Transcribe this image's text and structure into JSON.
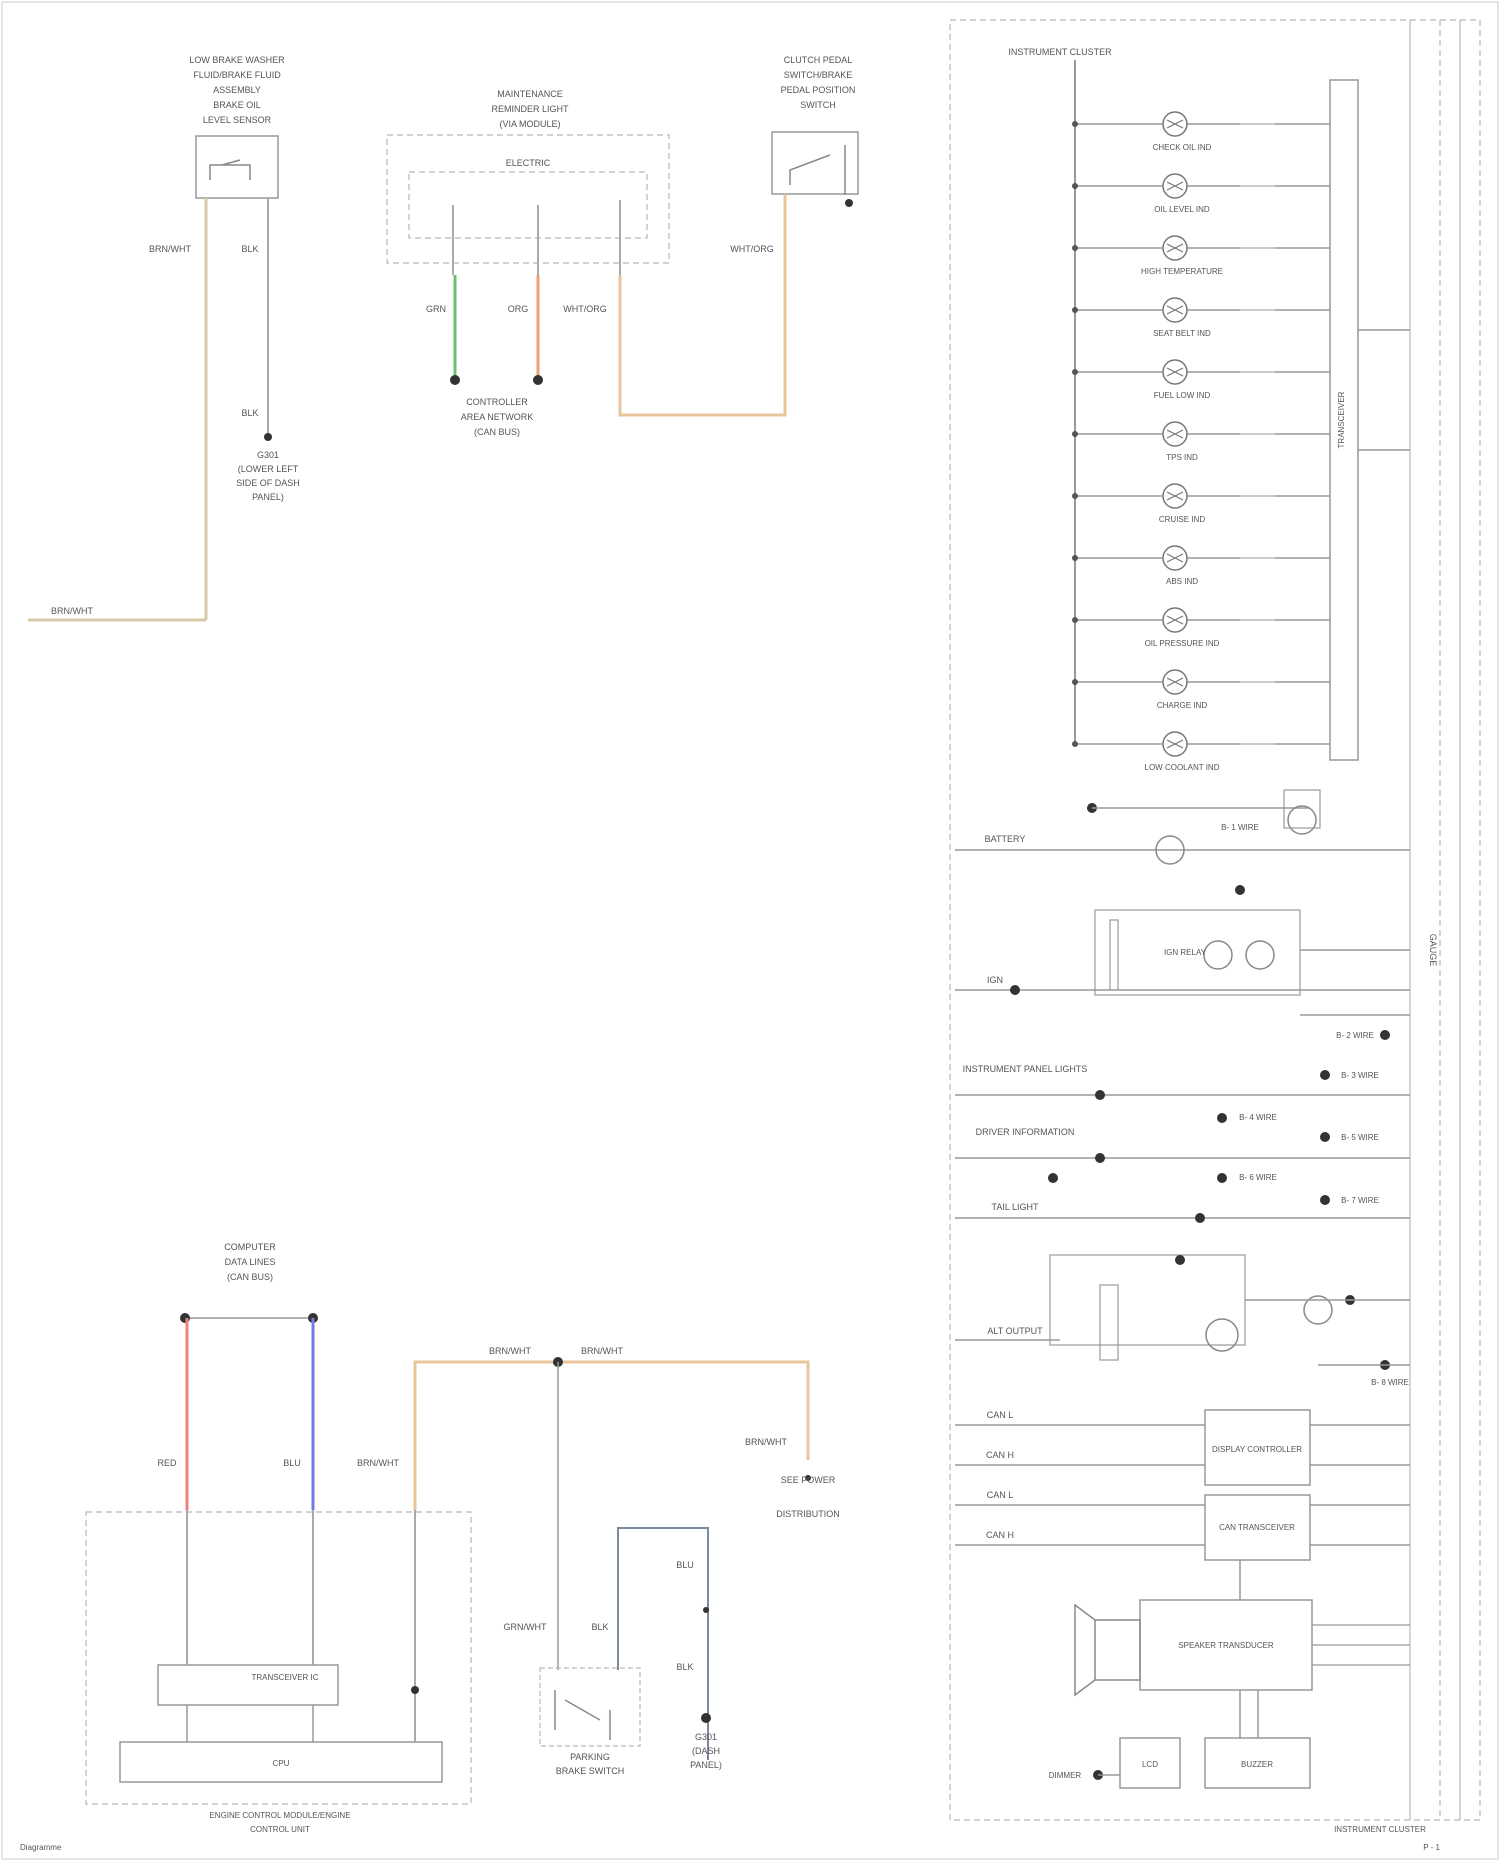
{
  "wire_colors": {
    "tan": "#d8c8a8",
    "orange_tan": "#eac49a",
    "green": "#6cc06c",
    "orange": "#f0a070",
    "red": "#ee8080",
    "blue": "#6e7ee8",
    "gray": "#a8a8a8",
    "line": "#999999",
    "dash": "#b8b8b8"
  },
  "icons": [
    "lamp-icon",
    "ground-icon",
    "switch-icon",
    "splice-dot-icon",
    "speaker-icon"
  ],
  "top_left": {
    "module_label": [
      "LOW BRAKE WASHER",
      "FLUID/BRAKE FLUID",
      "ASSEMBLY",
      "BRAKE OIL",
      "LEVEL SENSOR"
    ],
    "wire_a": "BRN/WHT",
    "wire_b": "BLK",
    "ground_label": [
      "G301",
      "(LOWER LEFT",
      "SIDE OF DASH",
      "PANEL)"
    ],
    "tail_label": "BRN/WHT"
  },
  "top_center": {
    "module_label": [
      "MAINTENANCE",
      "REMINDER LIGHT",
      "(VIA MODULE)"
    ],
    "inner_label": "ELECTRIC",
    "wire_left": "GRN",
    "wire_mid": "ORG",
    "wire_right": "WHT/ORG",
    "bottom_label": [
      "CONTROLLER",
      "AREA NETWORK",
      "(CAN BUS)"
    ]
  },
  "top_right": {
    "module_label": [
      "CLUTCH PEDAL",
      "SWITCH/BRAKE",
      "PEDAL POSITION",
      "SWITCH"
    ],
    "wire": "WHT/ORG"
  },
  "cluster": {
    "header": "INSTRUMENT CLUSTER",
    "lamps": [
      "CHECK OIL IND",
      "OIL LEVEL IND",
      "HIGH TEMPERATURE",
      "SEAT BELT IND",
      "FUEL LOW IND",
      "TPS IND",
      "CRUISE IND",
      "ABS IND",
      "OIL PRESSURE IND",
      "CHARGE IND",
      "LOW COOLANT IND"
    ],
    "side_label": "TRANSCEIVER",
    "vertical_label": "GAUGE",
    "inputs": [
      "BATTERY",
      "IGN",
      "INSTRUMENT PANEL LIGHTS",
      "DRIVER INFORMATION",
      "TAIL LIGHT",
      "ALT OUTPUT",
      "CAN L",
      "CAN H",
      "CAN L",
      "CAN H"
    ],
    "relay_label": "IGN RELAY",
    "blocks": [
      "DISPLAY CONTROLLER",
      "CAN TRANSCEIVER",
      "SPEAKER TRANSDUCER",
      "DIMMER",
      "LCD",
      "BUZZER"
    ],
    "small_labels": [
      "B- 1 WIRE",
      "B- 2 WIRE",
      "B- 3 WIRE",
      "B- 4 WIRE",
      "B- 5 WIRE",
      "B- 6 WIRE",
      "B- 7 WIRE",
      "B- 8 WIRE"
    ],
    "footer": "INSTRUMENT CLUSTER"
  },
  "bottom_left": {
    "can_label": [
      "COMPUTER",
      "DATA LINES",
      "(CAN BUS)"
    ],
    "wire_red": "RED",
    "wire_blue": "BLU",
    "wire_tan": "BRN/WHT",
    "transceiver": "TRANSCEIVER IC",
    "cpu": "CPU",
    "footer": [
      "ENGINE CONTROL MODULE/ENGINE",
      "CONTROL UNIT"
    ]
  },
  "bottom_mid": {
    "wire_top_left": "BRN/WHT",
    "wire_top_right": "BRN/WHT",
    "wire_side": "BRN/WHT",
    "dest_label": [
      "SEE POWER",
      "DISTRIBUTION"
    ],
    "wire_a": "GRN/WHT",
    "wire_b": "BLK",
    "wire_c": "BLK",
    "wire_d": "BLU",
    "switch_label": [
      "PARKING",
      "BRAKE SWITCH"
    ],
    "ground_label": [
      "G301",
      "(DASH",
      "PANEL)"
    ]
  },
  "watermark": "Diagramme",
  "page_ref": "P - 1"
}
